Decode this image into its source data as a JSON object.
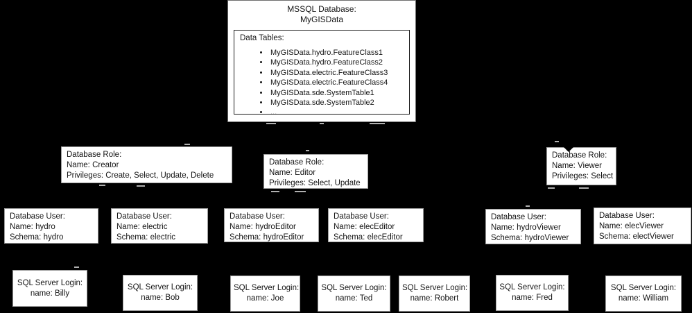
{
  "diagram": {
    "database": {
      "title_line1": "MSSQL Database:",
      "title_line2": "MyGISData",
      "tables_label": "Data Tables:",
      "tables": [
        "MyGISData.hydro.FeatureClass1",
        "MyGISData.hydro.FeatureClass2",
        "MyGISData.electric.FeatureClass3",
        "MyGISData.electric.FeatureClass4",
        "MyGISData.sde.SystemTable1",
        "MyGISData.sde.SystemTable2",
        "..."
      ]
    },
    "roles": [
      {
        "line1": "Database Role:",
        "line2": "Name: Creator",
        "line3": "Privileges: Create, Select, Update, Delete"
      },
      {
        "line1": "Database Role:",
        "line2": "Name: Editor",
        "line3": "Privileges: Select, Update"
      },
      {
        "line1": "Database Role:",
        "line2": "Name: Viewer",
        "line3": "Privileges: Select"
      }
    ],
    "users": [
      {
        "line1": "Database User:",
        "line2": "Name: hydro",
        "line3": "Schema: hydro"
      },
      {
        "line1": "Database User:",
        "line2": "Name: electric",
        "line3": "Schema: electric"
      },
      {
        "line1": "Database User:",
        "line2": "Name: hydroEditor",
        "line3": "Schema: hydroEditor"
      },
      {
        "line1": "Database User:",
        "line2": "Name: elecEditor",
        "line3": "Schema: elecEditor"
      },
      {
        "line1": "Database User:",
        "line2": "Name: hydroViewer",
        "line3": "Schema: hydroViewer"
      },
      {
        "line1": "Database User:",
        "line2": "Name: elecViewer",
        "line3": "Schema: electViewer"
      }
    ],
    "logins": [
      {
        "line1": "SQL Server Login:",
        "line2": "name: Billy"
      },
      {
        "line1": "SQL Server Login:",
        "line2": "name: Bob"
      },
      {
        "line1": "SQL Server Login:",
        "line2": "name: Joe"
      },
      {
        "line1": "SQL Server Login:",
        "line2": "name: Ted"
      },
      {
        "line1": "SQL Server Login:",
        "line2": "name: Robert"
      },
      {
        "line1": "SQL Server Login:",
        "line2": "name: Fred"
      },
      {
        "line1": "SQL Server Login:",
        "line2": "name: William"
      }
    ],
    "colors": {
      "background": "#000000",
      "box_fill": "#ffffff",
      "text": "#141414",
      "inner_border": "#1a1a1a"
    }
  }
}
